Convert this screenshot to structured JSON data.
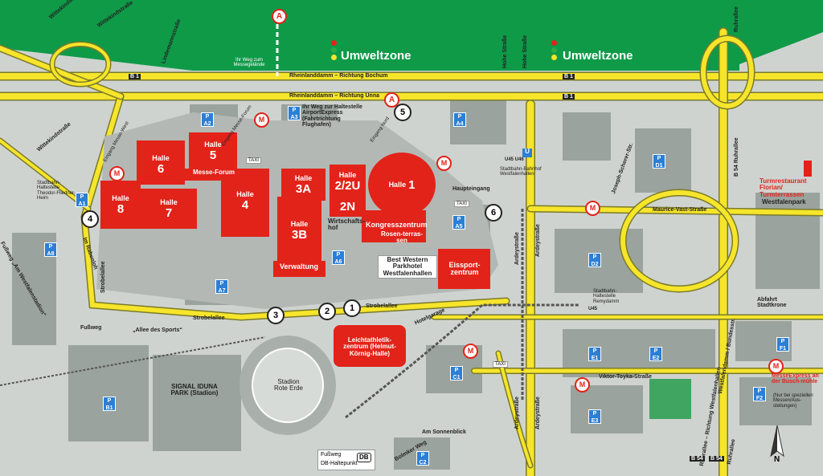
{
  "zones": {
    "umwelt_left": "Umweltzone",
    "umwelt_right": "Umweltzone"
  },
  "roads": {
    "rheinlanddamm_top": "Rheinlanddamm – Richtung Bochum",
    "rheinlanddamm_bottom": "Rheinlanddamm – Richtung Unna",
    "b1_a": "B 1",
    "b1_b": "B 1",
    "b1_c": "B 1",
    "wittekindstrasse_a": "Wittekindstraße",
    "wittekindstrasse_b": "Wittekindstraße",
    "wittekindstrasse_c": "Wittekindstraße",
    "lindemannstrasse": "Lindemannstraße",
    "hohe_strasse_a": "Hohe Straße",
    "hohe_strasse_b": "Hohe Straße",
    "ruhrallee_top": "Ruhrallee",
    "b54_ruhrallee": "B 54 Ruhrallee",
    "joseph_scherer": "Joseph-Scherer-Str.",
    "maurice_vast": "Maurice-Vast-Straße",
    "ardeystrasse_a": "Ardeystraße",
    "ardeystrasse_b": "Ardeystraße",
    "ardeystrasse_c": "Ardeystraße",
    "ardeystrasse_d": "Ardeystraße",
    "strobelallee_a": "Strobelallee",
    "strobelallee_b": "Strobelallee",
    "strobelallee_c": "Strobelallee",
    "im_rabenloh": "Im Rabenloh",
    "fussweg_westfalenstadion": "Fußweg „Am Westfalenstadion“",
    "fussweg": "Fußweg",
    "allee_des_sports": "„Allee des Sports“",
    "hotelgarage": "Hotelgarage",
    "viktor_toyka": "Viktor-Toyka-Straße",
    "am_sonnenblick": "Am Sonnenblick",
    "bolmker_weg": "Bolmker Weg",
    "ruhrallee_richtung": "Ruhrallee – Richtung Westfalenhallen",
    "westfalendamm": "Westfalendamm / Bundesstr.",
    "stadtkrone_bottom": "Ruhrallee",
    "b54_bottom_a": "B 54",
    "b54_bottom_b": "B 54"
  },
  "halls": [
    {
      "id": "halle-1",
      "name": "Halle",
      "num": "1"
    },
    {
      "id": "halle-2",
      "name": "Halle",
      "num": "2/2U"
    },
    {
      "id": "halle-2n",
      "name": "Halle",
      "num": "2N"
    },
    {
      "id": "halle-3a",
      "name": "Halle",
      "num": "3A"
    },
    {
      "id": "halle-3b",
      "name": "Halle",
      "num": "3B"
    },
    {
      "id": "halle-4",
      "name": "Halle",
      "num": "4"
    },
    {
      "id": "halle-5",
      "name": "Halle",
      "num": "5"
    },
    {
      "id": "halle-6",
      "name": "Halle",
      "num": "6"
    },
    {
      "id": "halle-7",
      "name": "Halle",
      "num": "7"
    },
    {
      "id": "halle-8",
      "name": "Halle",
      "num": "8"
    }
  ],
  "buildings": {
    "messe_forum": "Messe-Forum",
    "verwaltung": "Verwaltung",
    "kongresszentrum": "Kongresszentrum",
    "rosenterrassen": "Rosen-terras-sen",
    "wirtschaftshof": "Wirtschafts-hof",
    "best_western": "Best Western Parkhotel Westfalenhallen",
    "eissport": "Eissport-zentrum",
    "leichtathletik": "Leichtathletik-zentrum (Helmut-Körnig-Halle)",
    "stadion": "Stadion Rote Erde",
    "signal_iduna": "SIGNAL IDUNA PARK (Stadion)",
    "turmrestaurant": "Turmrestaurant Florian/ Turmterrassen",
    "westfalenpark": "Westfalenpark",
    "abfahrt": "Abfahrt Stadtkrone",
    "messeexpress": "MesseExpress an der Busch-mühle",
    "messeexpress_note": "(Nur bei speziellen Messen/Aus-stellungen)",
    "haupteingang": "Haupteingang",
    "eingang_nord": "Eingang Nord",
    "eingang_messe_forum": "Eingang Messe-Forum",
    "eingang_west": "Eingang Messe-West",
    "ihr_weg_messe": "Ihr Weg zum Messegelände",
    "ihr_weg_airport": "Ihr Weg zur Haltestelle AirportExpress (Fahrtrichtung Flughafen)",
    "stadtbahn_theodor": "Stadtbahn-Haltestelle Theodor-Fliedner-Heim",
    "stadtbahn_westfalenhallen": "Stadtbahn-Bahnhof Westfalenhallen",
    "stadtbahn_remydamm": "Stadtbahn-Haltestelle Remydamm",
    "taxi_a": "TAXI",
    "taxi_b": "TAXI",
    "taxi_c": "TAXI",
    "db_fussweg": "Fußweg",
    "db_halt": "DB-Haltepunkt",
    "db": "DB",
    "u_icon": "U",
    "u_lines_a": "U45 U46",
    "u_lines_b": "U45",
    "n": "N"
  },
  "parking": [
    {
      "id": "A1",
      "label": "A1"
    },
    {
      "id": "A2",
      "label": "A2"
    },
    {
      "id": "A3",
      "label": "A3"
    },
    {
      "id": "A4",
      "label": "A4"
    },
    {
      "id": "A5",
      "label": "A5"
    },
    {
      "id": "A6",
      "label": "A6"
    },
    {
      "id": "A7",
      "label": "A7"
    },
    {
      "id": "A8",
      "label": "A8"
    },
    {
      "id": "B1",
      "label": "B1"
    },
    {
      "id": "C1",
      "label": "C1"
    },
    {
      "id": "C2",
      "label": "C2"
    },
    {
      "id": "D1",
      "label": "D1"
    },
    {
      "id": "D2",
      "label": "D2"
    },
    {
      "id": "E1",
      "label": "E1"
    },
    {
      "id": "E2",
      "label": "E2"
    },
    {
      "id": "E3",
      "label": "E3"
    },
    {
      "id": "F1",
      "label": "F1"
    },
    {
      "id": "F2",
      "label": "F2"
    }
  ],
  "parking_prefix": "P",
  "entrances": {
    "n1": "1",
    "n2": "2",
    "n3": "3",
    "n4": "4",
    "n5": "5",
    "n6": "6"
  },
  "markers": {
    "a": "A",
    "m": "M"
  },
  "colors": {
    "green": "#0f9a48",
    "yellow": "#f6e52a",
    "hall_red": "#e2231a",
    "gray_block": "#9aa39d",
    "park_blue": "#2b7fd6",
    "light": "#cfd3d0"
  }
}
